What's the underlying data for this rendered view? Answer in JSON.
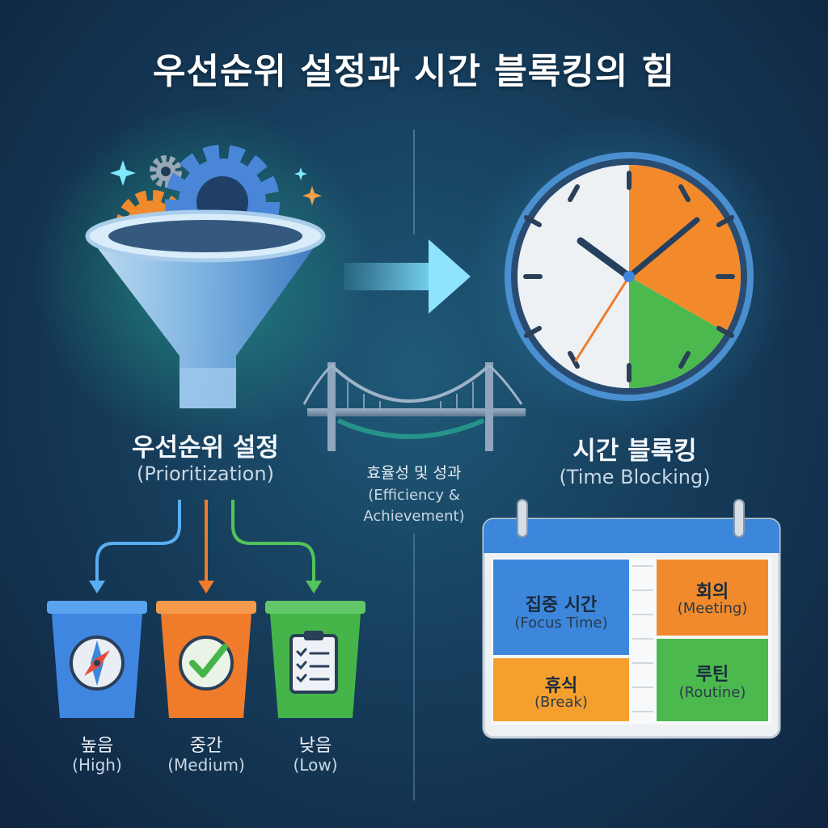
{
  "title": "우선순위 설정과 시간 블록킹의 힘",
  "prioritization": {
    "label": "우선순위 설정",
    "sub": "(Prioritization)"
  },
  "time_blocking": {
    "label": "시간 블록킹",
    "sub": "(Time Blocking)"
  },
  "center": {
    "label": "효율성 및 성과",
    "sub_line1": "(Efficiency &",
    "sub_line2": "Achievement)"
  },
  "buckets": [
    {
      "label": "높음",
      "sub": "(High)",
      "color": "#3f86e0",
      "icon": "compass-icon"
    },
    {
      "label": "중간",
      "sub": "(Medium)",
      "color": "#f07b2a",
      "icon": "check-circle-icon"
    },
    {
      "label": "낮음",
      "sub": "(Low)",
      "color": "#45b54a",
      "icon": "clipboard-checklist-icon"
    }
  ],
  "calendar": {
    "focus": {
      "label": "집중 시간",
      "sub": "(Focus Time)",
      "color": "#3c87dc"
    },
    "meeting": {
      "label": "회의",
      "sub": "(Meeting)",
      "color": "#f08a2c"
    },
    "break": {
      "label": "휴식",
      "sub": "(Break)",
      "color": "#f5a02e"
    },
    "routine": {
      "label": "루틴",
      "sub": "(Routine)",
      "color": "#4cb94f"
    }
  }
}
